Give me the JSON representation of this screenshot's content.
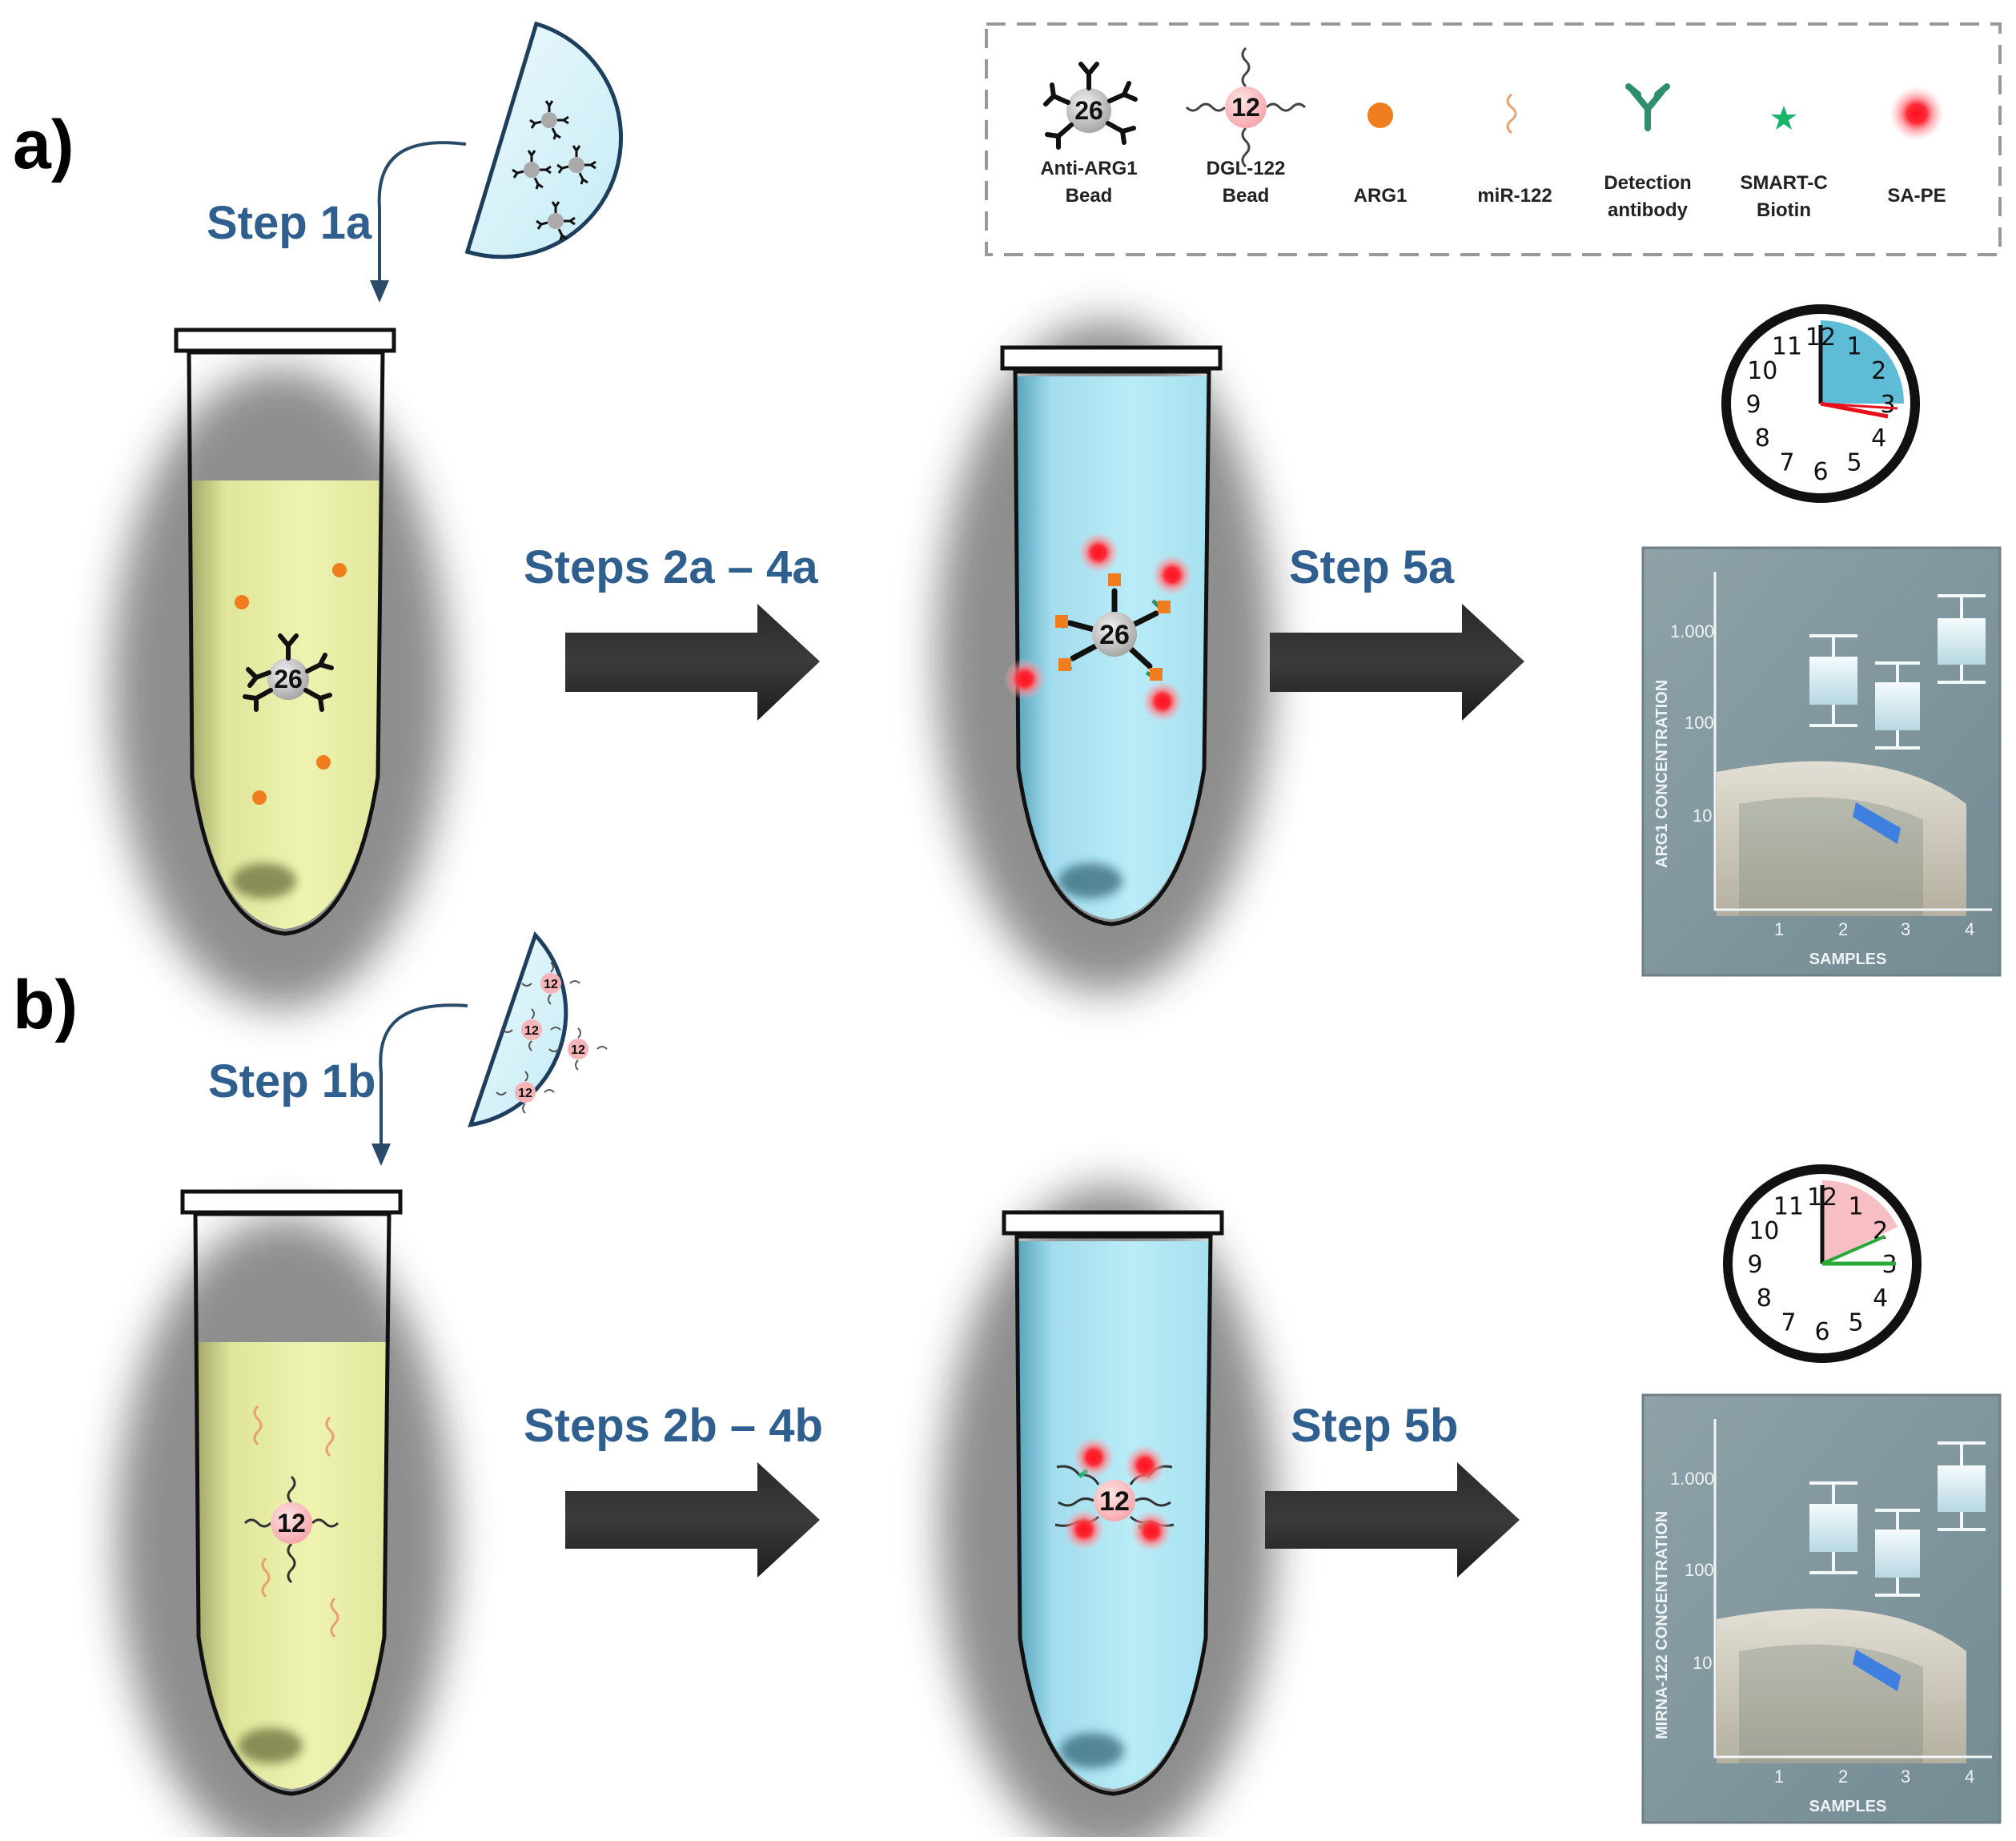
{
  "panel_a": {
    "label": "a)",
    "step1": "Step 1a",
    "steps_mid": "Steps 2a – 4a",
    "step5": "Step 5a",
    "bead_number": "26",
    "chart": {
      "y_ticks": [
        "1.000",
        "100",
        "10"
      ],
      "x_ticks": [
        "1",
        "2",
        "3",
        "4"
      ],
      "y_label": "ARG1 CONCENTRATION",
      "x_label": "SAMPLES"
    }
  },
  "panel_b": {
    "label": "b)",
    "step1": "Step 1b",
    "steps_mid": "Steps 2b – 4b",
    "step5": "Step 5b",
    "bead_number": "12",
    "chart": {
      "y_ticks": [
        "1.000",
        "100",
        "10"
      ],
      "x_ticks": [
        "1",
        "2",
        "3",
        "4"
      ],
      "y_label": "MIRNA-122 CONCENTRATION",
      "x_label": "SAMPLES"
    }
  },
  "legend": {
    "anti_arg1": {
      "line1": "Anti-ARG1",
      "line2": "Bead",
      "bead": "26"
    },
    "dgl122": {
      "line1": "DGL-122",
      "line2": "Bead",
      "bead": "12"
    },
    "arg1": {
      "line1": "ARG1"
    },
    "mir122": {
      "line1": "miR-122"
    },
    "detection": {
      "line1": "Detection",
      "line2": "antibody"
    },
    "smartc": {
      "line1": "SMART-C",
      "line2": "Biotin"
    },
    "sape": {
      "line1": "SA-PE"
    }
  },
  "clock": {
    "numbers": [
      "12",
      "1",
      "2",
      "3",
      "4",
      "5",
      "6",
      "7",
      "8",
      "9",
      "10",
      "11"
    ]
  },
  "colors": {
    "step_text": "#2f5f8f",
    "tube_yellow": "#e7eda0",
    "tube_blue": "#a9e3f2",
    "arg1_orange": "#f07d1e",
    "sape_red": "#e8101b",
    "detection_green": "#2f8f6a",
    "smart_green": "#19b36b",
    "clock_a_sector": "#2aa6c9",
    "clock_b_sector": "#f6b4b8"
  }
}
